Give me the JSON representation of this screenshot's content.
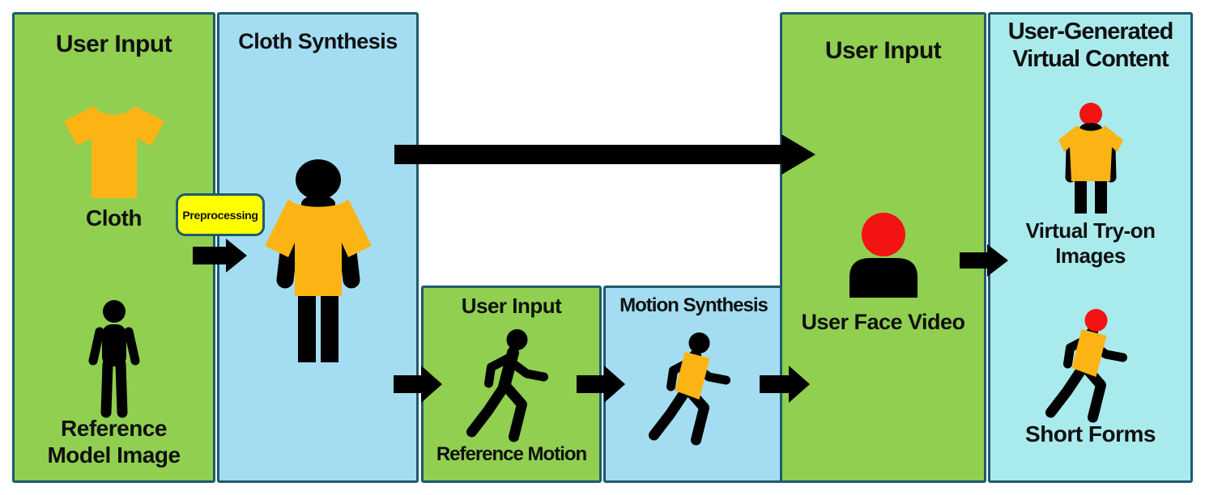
{
  "panels": [
    {
      "title": "User Input",
      "role": "input",
      "items": [
        {
          "icon": "tshirt-icon",
          "label": "Cloth"
        },
        {
          "icon": "reference-model-person-icon",
          "label": "Reference Model Image"
        }
      ]
    },
    {
      "title": "Cloth Synthesis",
      "role": "process",
      "items": [
        {
          "icon": "model-wearing-cloth-icon",
          "label": ""
        }
      ]
    },
    {
      "title": "User Input",
      "role": "input",
      "items": [
        {
          "icon": "walking-person-icon",
          "label": "Reference Motion"
        }
      ]
    },
    {
      "title": "Motion Synthesis",
      "role": "process",
      "items": [
        {
          "icon": "walking-person-wearing-cloth-icon",
          "label": ""
        }
      ]
    },
    {
      "title": "User Input",
      "role": "input",
      "items": [
        {
          "icon": "user-face-bust-icon",
          "label": "User Face Video"
        }
      ]
    },
    {
      "title": "User-Generated Virtual Content",
      "role": "output",
      "items": [
        {
          "icon": "tryon-person-red-head-icon",
          "label": "Virtual Try-on Images"
        },
        {
          "icon": "shortform-walking-person-icon",
          "label": "Short Forms"
        }
      ]
    }
  ],
  "badge": {
    "label": "Preprocessing"
  },
  "arrows": [
    {
      "name": "preprocessing-arrow"
    },
    {
      "name": "cloth-synthesis-to-user-input-arrow"
    },
    {
      "name": "cloth-synthesis-to-reference-motion-arrow"
    },
    {
      "name": "reference-motion-to-motion-synthesis-arrow"
    },
    {
      "name": "motion-synthesis-to-user-input-arrow"
    },
    {
      "name": "user-input-to-virtual-content-arrow"
    }
  ],
  "colors": {
    "panel_green": "#90CF50",
    "panel_blue": "#A4DDF1",
    "panel_cyan": "#A9EAED",
    "panel_border": "#1E5A6E",
    "cloth_orange": "#FCB415",
    "face_red": "#F31313",
    "badge_yellow": "#FFFF00",
    "arrow_black": "#000000"
  }
}
